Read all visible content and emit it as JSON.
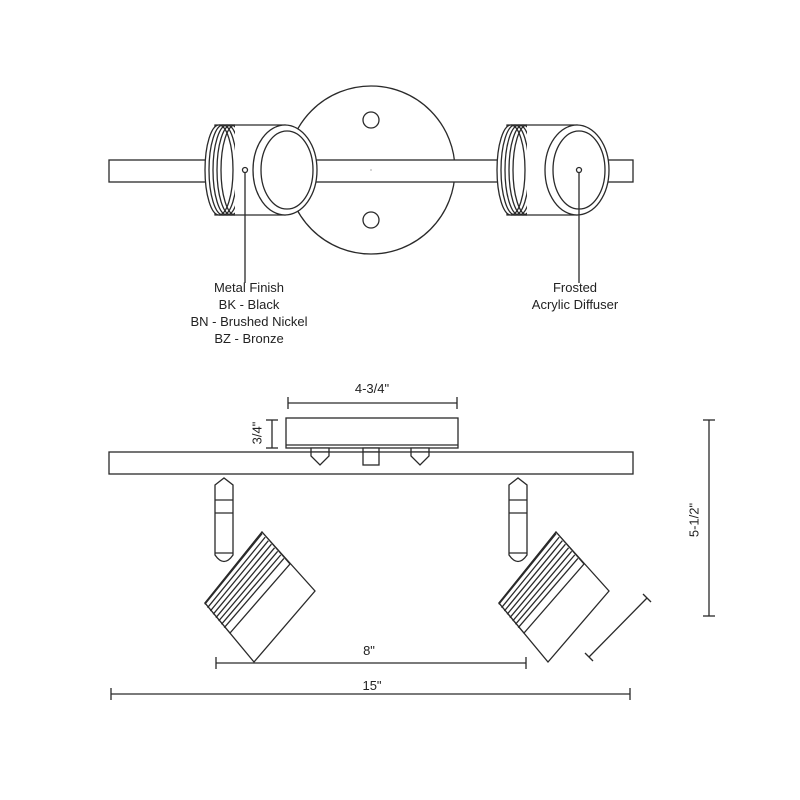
{
  "top_view": {
    "left_callout": [
      "Metal Finish",
      "BK - Black",
      "BN - Brushed Nickel",
      "BZ - Bronze"
    ],
    "right_callout": [
      "Frosted",
      "Acrylic Diffuser"
    ]
  },
  "side_view": {
    "dimensions": {
      "canopy_width": "4-3/4\"",
      "canopy_depth": "3/4\"",
      "overall_height": "5-1/2\"",
      "head_spacing": "8\"",
      "overall_width": "15\""
    }
  },
  "colors": {
    "line": "#2a2a2a",
    "background": "#ffffff"
  }
}
